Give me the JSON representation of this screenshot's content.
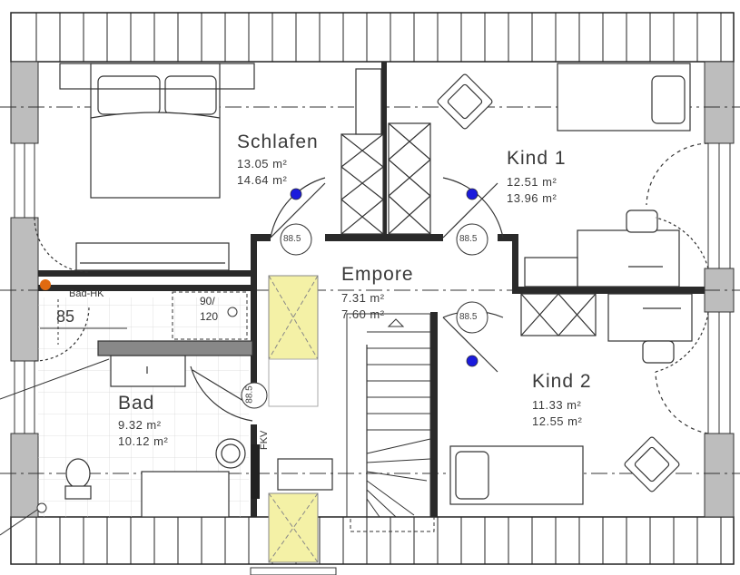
{
  "rooms": {
    "schlafen": {
      "name": "Schlafen",
      "area1": "13.05 m²",
      "area2": "14.64 m²"
    },
    "kind1": {
      "name": "Kind 1",
      "area1": "12.51 m²",
      "area2": "13.96 m²"
    },
    "empore": {
      "name": "Empore",
      "area1": "7.31 m²",
      "area2": "7.60 m²"
    },
    "kind2": {
      "name": "Kind 2",
      "area1": "11.33 m²",
      "area2": "12.55 m²"
    },
    "bad": {
      "name": "Bad",
      "area1": "9.32 m²",
      "area2": "10.12 m²"
    }
  },
  "door_labels": [
    "88.5",
    "88.5",
    "88.5",
    "88.5"
  ],
  "bath_door_label": "88.5",
  "shower_label_top": "90/",
  "shower_label_bottom": "120",
  "radiator_label": "Bad-HK",
  "dim_label": "85",
  "duct_label": "FKV",
  "colors": {
    "wall": "#1a1a1a",
    "skylight": "#f4f1a6",
    "outlet": "#1a1adc",
    "pipe": "#e06a10"
  },
  "icons": [
    "armchair-icon",
    "bed-icon",
    "desk-icon",
    "wardrobe-icon",
    "toilet-icon",
    "washbasin-icon",
    "staircase-icon",
    "ceiling-light-icon"
  ]
}
